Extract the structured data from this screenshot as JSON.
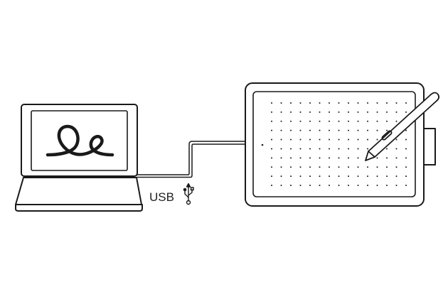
{
  "connection": {
    "label": "USB",
    "icon": "usb-icon"
  },
  "colors": {
    "stroke": "#1a1a1a",
    "background": "#ffffff"
  },
  "tablet": {
    "dot_grid": {
      "columns": 15,
      "rows": 10
    }
  }
}
